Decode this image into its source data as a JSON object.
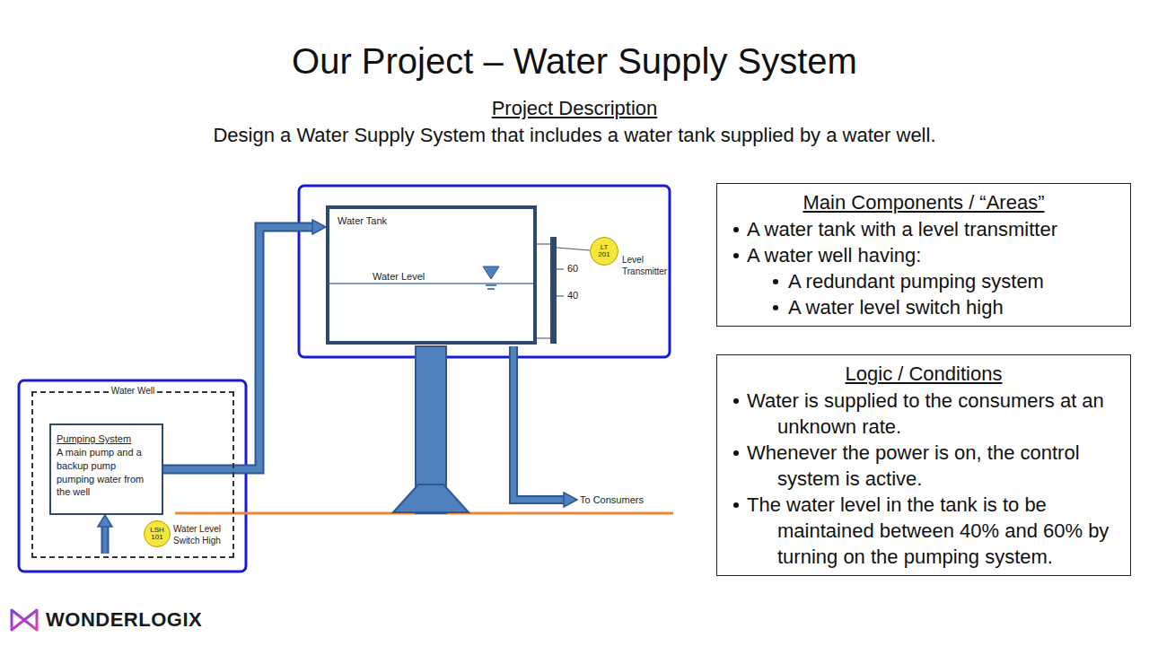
{
  "diagram": {
    "title": "Our Project – Water Supply System",
    "nodes": [
      {
        "text": [
          "Water Tank"
        ]
      },
      {
        "text": [
          "LT 201"
        ]
      },
      {
        "text": [
          "Water Well"
        ]
      },
      {
        "text": [
          "Pumping System",
          "A main pump and a backup pump pumping water from the well"
        ],
        "in": 2
      },
      {
        "text": [
          "LSH 101"
        ],
        "in": 2
      },
      {
        "text": [
          "Main Components / “Areas”",
          "A water tank with a level transmitter",
          "A water well having:",
          "A redundant pumping system",
          "A water level switch high"
        ]
      },
      {
        "text": [
          "Logic / Conditions",
          "Water is supplied to the consumers at an unknown rate.",
          "Whenever the power is on, the control system is active.",
          "The water level in the tank is to be maintained between 40% and 60% by turning on the pumping system."
        ]
      }
    ],
    "edges": [
      {
        "from": 3,
        "to": 0,
        "arrow": "to"
      }
    ],
    "labels": [
      "Project Description",
      "Design a Water Supply System that includes a water tank supplied by a water well.",
      "Water Level",
      "60",
      "40",
      "Level Transmitter",
      "To Consumers",
      "Water Level Switch High",
      "WONDERLOGIX"
    ]
  }
}
